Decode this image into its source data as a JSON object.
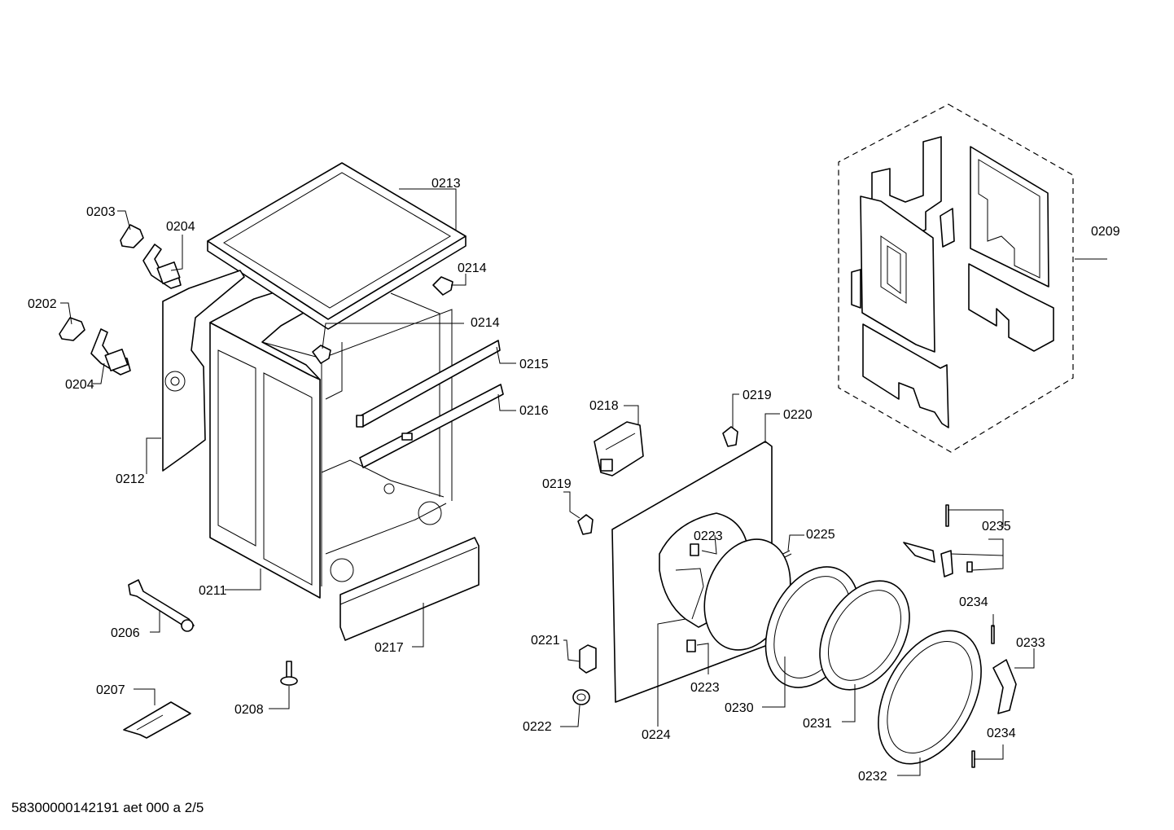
{
  "document": {
    "footer_code": "58300000142191 aet 000 a 2/5"
  },
  "callouts": {
    "p0202": "0202",
    "p0203": "0203",
    "p0204a": "0204",
    "p0204b": "0204",
    "p0206": "0206",
    "p0207": "0207",
    "p0208": "0208",
    "p0209": "0209",
    "p0211": "0211",
    "p0212": "0212",
    "p0213": "0213",
    "p0214a": "0214",
    "p0214b": "0214",
    "p0215": "0215",
    "p0216": "0216",
    "p0217": "0217",
    "p0218": "0218",
    "p0219a": "0219",
    "p0219b": "0219",
    "p0220": "0220",
    "p0221": "0221",
    "p0222": "0222",
    "p0223a": "0223",
    "p0223b": "0223",
    "p0224": "0224",
    "p0225": "0225",
    "p0230": "0230",
    "p0231": "0231",
    "p0232": "0232",
    "p0233": "0233",
    "p0234a": "0234",
    "p0234b": "0234",
    "p0235": "0235"
  }
}
